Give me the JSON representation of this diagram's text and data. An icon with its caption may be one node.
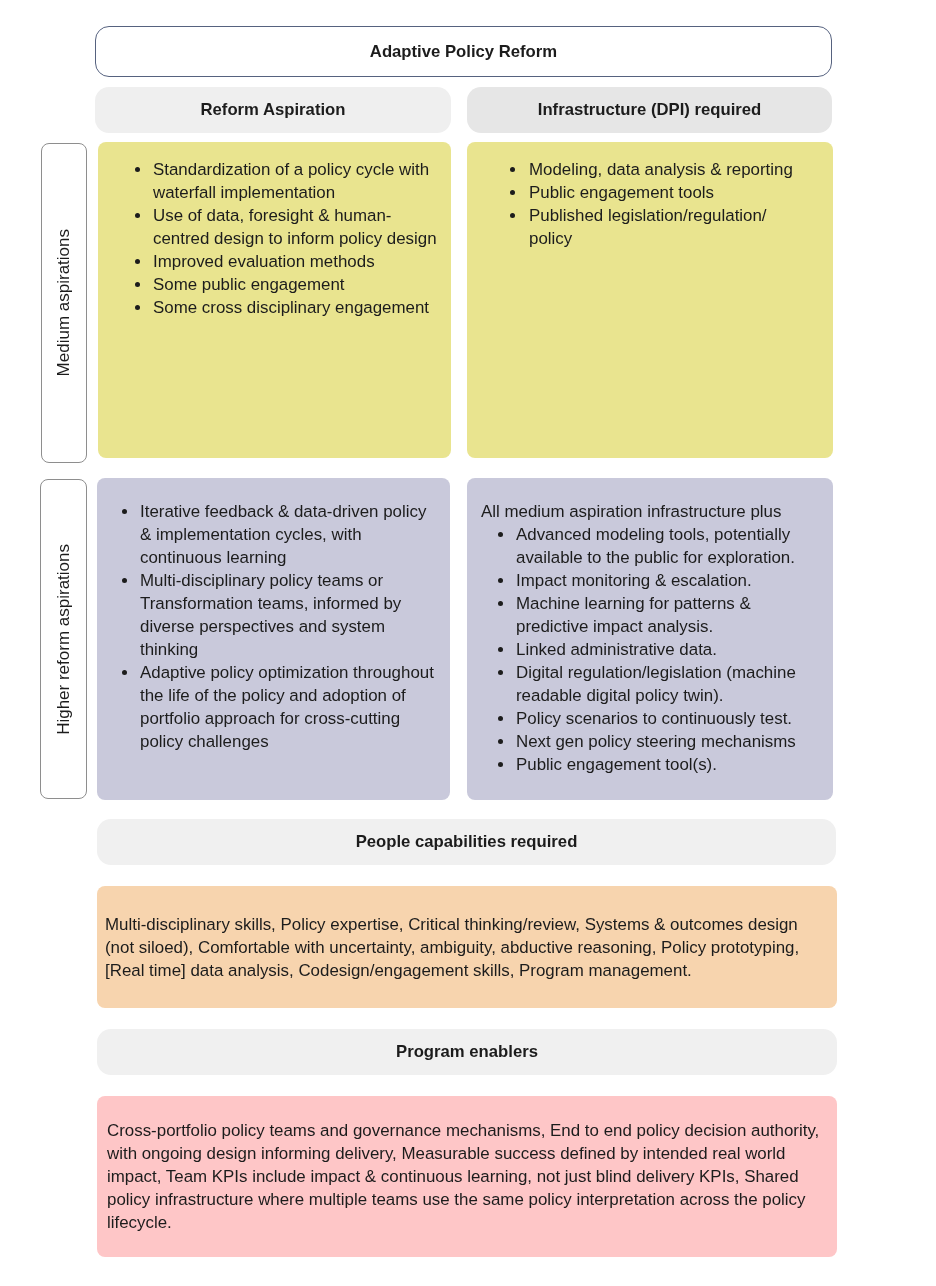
{
  "diagram": {
    "nodes": [
      {
        "text": [
          "Adaptive Policy Reform"
        ]
      },
      {
        "text": [
          "Reform Aspiration"
        ]
      },
      {
        "text": [
          "Infrastructure (DPI) required"
        ]
      },
      {
        "text": [
          "Medium aspirations"
        ]
      },
      {
        "text": [
          "Standardization of a policy cycle with waterfall implementation",
          "Use of data, foresight & human-centred design to inform policy design",
          "Improved evaluation methods",
          "Some public engagement",
          "Some cross disciplinary engagement"
        ]
      },
      {
        "text": [
          "Modeling, data analysis & reporting",
          "Public engagement tools",
          "Published legislation/regulation/ policy"
        ]
      },
      {
        "text": [
          "Higher reform aspirations"
        ]
      },
      {
        "text": [
          "Iterative feedback & data-driven policy & implementation cycles, with continuous learning",
          "Multi-disciplinary policy teams or Transformation teams, informed by diverse perspectives and system thinking",
          "Adaptive policy optimization throughout the life of the policy and adoption of portfolio approach for cross-cutting policy challenges"
        ]
      },
      {
        "text": [
          "All medium aspiration infrastructure plus",
          "Advanced modeling tools, potentially available to the public for exploration.",
          "Impact monitoring & escalation.",
          "Machine learning for patterns & predictive impact analysis.",
          "Linked administrative data.",
          "Digital regulation/legislation (machine readable digital policy twin).",
          "Policy scenarios to continuously test.",
          "Next gen policy steering mechanisms",
          "Public engagement tool(s)."
        ]
      },
      {
        "text": [
          "People capabilities required"
        ]
      },
      {
        "text": [
          "Multi-disciplinary skills, Policy expertise, Critical thinking/review, Systems & outcomes design (not siloed), Comfortable with uncertainty, ambiguity, abductive reasoning, Policy prototyping, [Real time] data analysis, Codesign/engagement skills, Program management."
        ]
      },
      {
        "text": [
          "Program enablers"
        ]
      },
      {
        "text": [
          "Cross-portfolio policy teams and governance mechanisms, End to end policy decision authority, with ongoing design informing delivery, Measurable success defined by intended real world impact, Team KPIs include impact & continuous learning, not just blind delivery KPIs, Shared policy infrastructure where multiple teams use the same policy interpretation across the policy lifecycle."
        ]
      }
    ]
  }
}
